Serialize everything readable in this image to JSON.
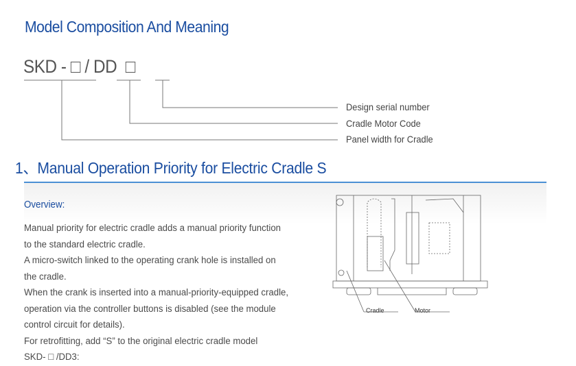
{
  "heading": "Model Composition And Meaning",
  "model_code": "SKD - □ / DD  □",
  "legend": [
    "Design serial number",
    "Cradle Motor Code",
    "Panel width for Cradle"
  ],
  "section_title": "1、Manual Operation Priority for Electric Cradle S",
  "overview_label": "Overview:",
  "body_lines": [
    "Manual priority for electric cradle adds a manual priority function",
    "to the standard electric cradle.",
    "A micro-switch linked to the operating crank hole is installed on",
    "the cradle.",
    "When the crank is inserted into a manual-priority-equipped cradle,",
    "operation via the controller buttons is disabled (see the module",
    "control circuit for details).",
    "For retrofitting, add “S” to the original electric cradle model",
    "SKD- □ /DD3:"
  ],
  "figure_labels": {
    "cradle": "Cradle",
    "motor": "Motor"
  }
}
